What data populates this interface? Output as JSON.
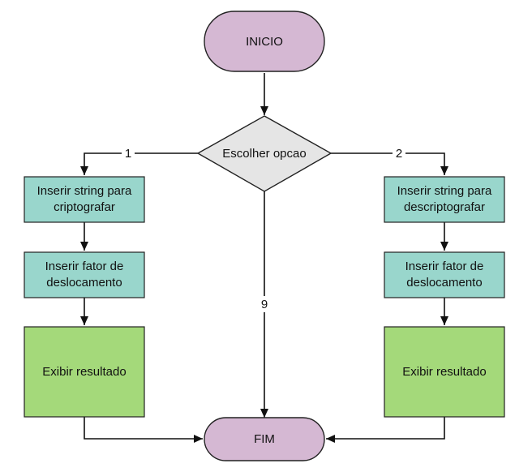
{
  "colors": {
    "terminal_fill": "#d5b8d3",
    "decision_fill": "#e5e5e5",
    "process_fill": "#99d6cc",
    "output_fill": "#a4d97a",
    "stroke": "#222222"
  },
  "nodes": {
    "start": "INICIO",
    "decision": "Escolher opcao",
    "left_input_string": [
      "Inserir string para",
      "criptografar"
    ],
    "left_input_shift": [
      "Inserir fator de",
      "deslocamento"
    ],
    "left_output": "Exibir resultado",
    "right_input_string": [
      "Inserir string para",
      "descriptografar"
    ],
    "right_input_shift": [
      "Inserir fator de",
      "deslocamento"
    ],
    "right_output": "Exibir resultado",
    "end": "FIM"
  },
  "edges": {
    "option_1": "1",
    "option_2": "2",
    "option_9": "9"
  }
}
